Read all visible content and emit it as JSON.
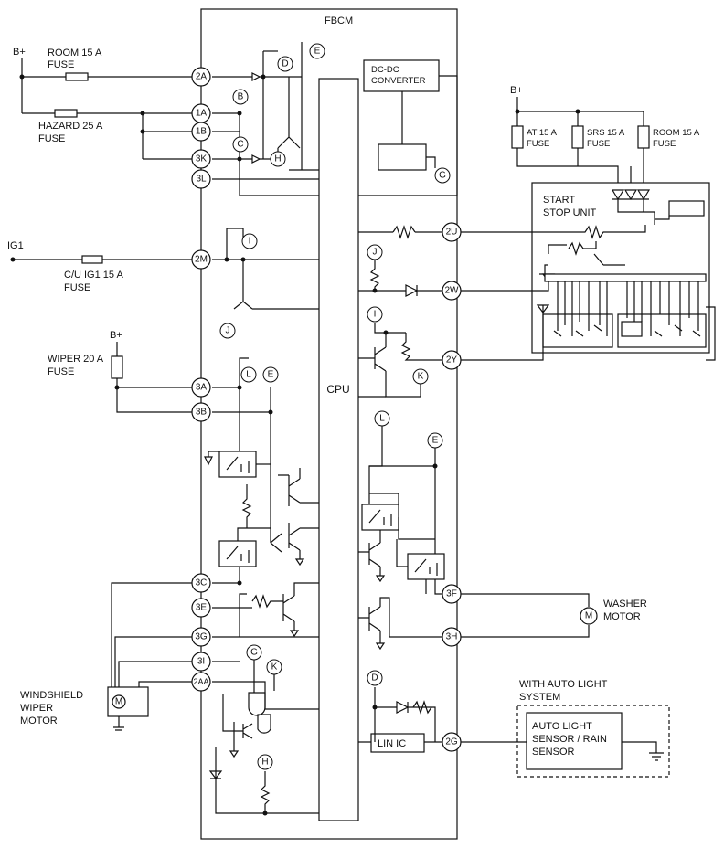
{
  "module": {
    "name": "FBCM",
    "cpu": "CPU",
    "dcdc": [
      "DC-DC",
      "CONVERTER"
    ],
    "lin": "LIN IC"
  },
  "power": {
    "bplus": "B+",
    "ig1": "IG1"
  },
  "fuses": {
    "room": [
      "ROOM 15 A",
      "FUSE"
    ],
    "hazard": [
      "HAZARD 25 A",
      "FUSE"
    ],
    "cu_ig1": [
      "C/U IG1 15 A",
      "FUSE"
    ],
    "wiper": [
      "WIPER 20 A",
      "FUSE"
    ],
    "at": [
      "AT 15 A",
      "FUSE"
    ],
    "srs": [
      "SRS 15 A",
      "FUSE"
    ],
    "room2": [
      "ROOM 15 A",
      "FUSE"
    ]
  },
  "pins": {
    "p2A": "2A",
    "p1A": "1A",
    "p1B": "1B",
    "p3K": "3K",
    "p3L": "3L",
    "p2M": "2M",
    "p3A": "3A",
    "p3B": "3B",
    "p3C": "3C",
    "p3E": "3E",
    "p3G": "3G",
    "p3I": "3I",
    "p2AA": "2AA",
    "p2U": "2U",
    "p2W": "2W",
    "p2Y": "2Y",
    "p3F": "3F",
    "p3H": "3H",
    "p2G": "2G"
  },
  "refs": {
    "B": "B",
    "C": "C",
    "D": "D",
    "E": "E",
    "G": "G",
    "H": "H",
    "I": "I",
    "J": "J",
    "K": "K",
    "L": "L"
  },
  "components": {
    "start_stop": [
      "START",
      "STOP UNIT"
    ],
    "washer": [
      "WASHER",
      "MOTOR"
    ],
    "wiper_motor": [
      "WINDSHIELD",
      "WIPER",
      "MOTOR"
    ],
    "auto_light_group": [
      "WITH AUTO LIGHT",
      "SYSTEM"
    ],
    "auto_light": [
      "AUTO LIGHT",
      "SENSOR / RAIN",
      "SENSOR"
    ],
    "motor_symbol": "M"
  }
}
